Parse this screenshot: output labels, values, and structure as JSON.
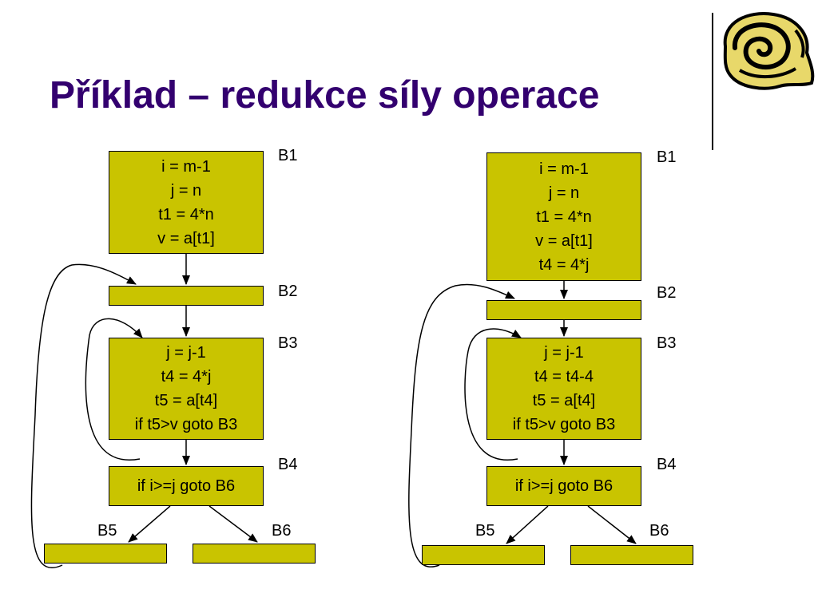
{
  "title": "Příklad – redukce síly operace",
  "logo_icon": "snail-shell-icon",
  "colors": {
    "title": "#33006f",
    "block_fill": "#c9c400",
    "line": "#000000"
  },
  "left": {
    "labels": {
      "b1": "B1",
      "b2": "B2",
      "b3": "B3",
      "b4": "B4",
      "b5": "B5",
      "b6": "B6"
    },
    "b1": [
      "i = m-1",
      "j = n",
      "t1 = 4*n",
      "v = a[t1]"
    ],
    "b3": [
      "j = j-1",
      "t4 = 4*j",
      "t5 = a[t4]",
      "if t5>v goto B3"
    ],
    "b4": [
      "if i>=j goto B6"
    ]
  },
  "right": {
    "labels": {
      "b1": "B1",
      "b2": "B2",
      "b3": "B3",
      "b4": "B4",
      "b5": "B5",
      "b6": "B6"
    },
    "b1": [
      "i = m-1",
      "j = n",
      "t1 = 4*n",
      "v = a[t1]",
      "t4 = 4*j"
    ],
    "b3": [
      "j = j-1",
      "t4 = t4-4",
      "t5 = a[t4]",
      "if t5>v goto B3"
    ],
    "b4": [
      "if i>=j goto B6"
    ]
  }
}
